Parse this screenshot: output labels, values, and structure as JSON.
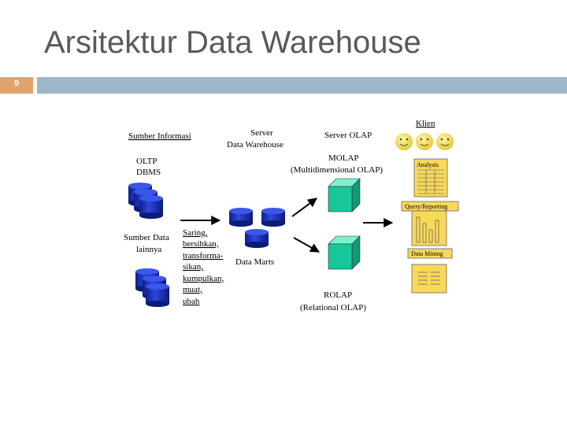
{
  "slide": {
    "title": "Arsitektur Data Warehouse",
    "number": "9"
  },
  "diagram": {
    "sumber_informasi": "Sumber Informasi",
    "server_dw_line1": "Server",
    "server_dw_line2": "Data Warehouse",
    "server_olap": "Server OLAP",
    "klien": "Klien",
    "oltp_line1": "OLTP",
    "oltp_line2": "DBMS",
    "molap_line1": "MOLAP",
    "molap_line2": "(Multidimensional OLAP)",
    "analysis": "Analysis",
    "query_reporting": "Query/Reporting",
    "sumber_data_line1": "Sumber Data",
    "sumber_data_line2": "lainnya",
    "process_lines": [
      "Saring,",
      "bersihkan,",
      "transforma-",
      "sikan,",
      "kumpulkan,",
      "muat,",
      "ubah"
    ],
    "data_marts": "Data Marts",
    "data_mining": "Data Mining",
    "rolap_line1": "ROLAP",
    "rolap_line2": "(Relational OLAP)"
  },
  "colors": {
    "title": "#595959",
    "bar_accent": "#e2a46b",
    "bar_main": "#9eb6cc",
    "cylinder": "#1f35c8",
    "cube": "#17c79a",
    "client_box": "#f9d85a",
    "smiley": "#f5e04c"
  }
}
